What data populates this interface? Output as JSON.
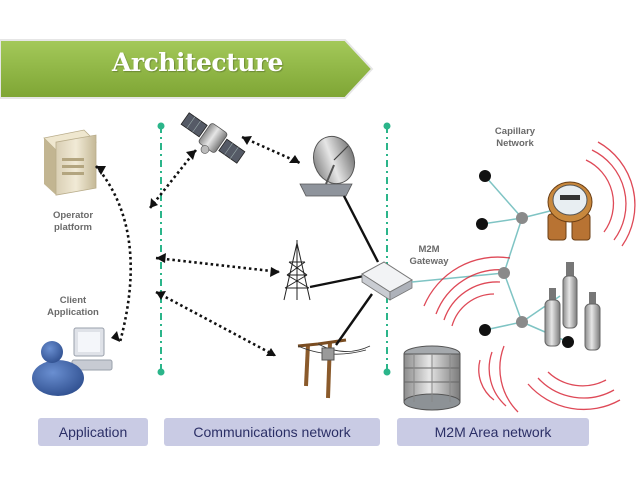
{
  "title": "Architecture",
  "labels": {
    "operator_platform": "Operator\nplatform",
    "client_application": "Client\nApplication",
    "m2m_gateway": "M2M\nGateway",
    "capillary_network": "Capillary\nNetwork"
  },
  "bands": {
    "application": "Application",
    "communications": "Communications network",
    "area": "M2M Area network"
  },
  "colors": {
    "title_banner": "#8db33f",
    "band_fill": "#c9cbe4",
    "band_text": "#2b2f66",
    "divider": "#2bb58a",
    "node_gray": "#8a8a8a",
    "node_black": "#111111",
    "network_line": "#7fc4c4",
    "signal_red": "#d92a3a"
  },
  "icons": [
    "server-icon",
    "satellite-icon",
    "satellite-dish-icon",
    "radio-tower-icon",
    "power-pole-icon",
    "gateway-router-icon",
    "user-computer-icon",
    "water-meter-icon",
    "gas-cylinder-icon",
    "tank-icon"
  ]
}
